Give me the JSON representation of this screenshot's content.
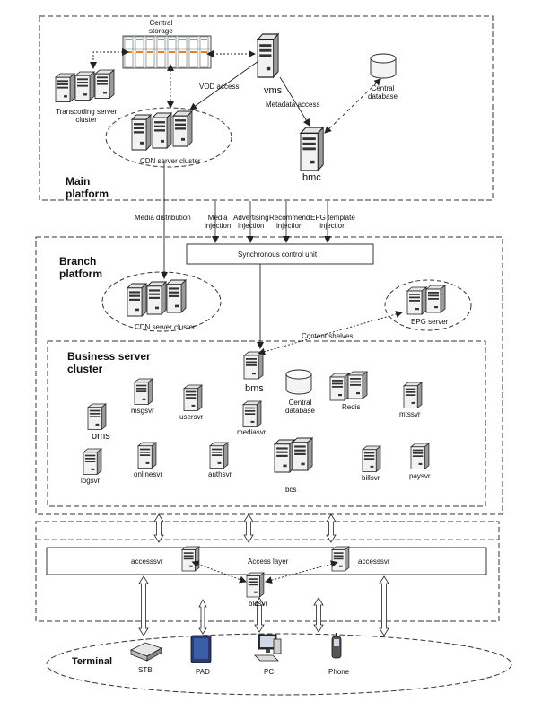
{
  "platforms": {
    "main_title_line1": "Main",
    "main_title_line2": "platform",
    "branch_title_line1": "Branch",
    "branch_title_line2": "platform",
    "business_title_line1": "Business server",
    "business_title_line2": "cluster"
  },
  "main": {
    "central_storage_line1": "Central",
    "central_storage_line2": "storage",
    "transcoding_line1": "Transcoding server",
    "transcoding_line2": "cluster",
    "vod_access": "VOD access",
    "vms": "vms",
    "metadata_access": "Metadata access",
    "central_db_line1": "Central",
    "central_db_line2": "database",
    "cdn_cluster": "CDN server cluster",
    "bmc": "bmc"
  },
  "links": {
    "media_distribution": "Media distribution",
    "media_injection_line1": "Media",
    "media_injection_line2": "injection",
    "advertising_injection_line1": "Advertising",
    "advertising_injection_line2": "injection",
    "recommend_injection_line1": "Recommend",
    "recommend_injection_line2": "injection",
    "epg_injection_line1": "EPG template",
    "epg_injection_line2": "injection"
  },
  "branch": {
    "sync_control_unit": "Synchronous control unit",
    "cdn_cluster": "CDN server cluster",
    "epg_server": "EPG server",
    "content_shelves": "Content shelves"
  },
  "business": {
    "bms": "bms",
    "central_db_line1": "Central",
    "central_db_line2": "database",
    "redis": "Redis",
    "msgsvr": "msgsvr",
    "usersvr": "usersvr",
    "mediasvr": "mediasvr",
    "mtssvr": "mtssvr",
    "oms": "oms",
    "logsvr": "logsvr",
    "onlinesvr": "onlinesvr",
    "authsvr": "authsvr",
    "bcs": "bcs",
    "billsvr": "billsvr",
    "paysvr": "paysvr"
  },
  "access": {
    "accesssvr_left": "accesssvr",
    "access_layer": "Access layer",
    "accesssvr_right": "accesssvr",
    "bldsvr": "bldsvr"
  },
  "terminal": {
    "title": "Terminal",
    "stb": "STB",
    "pad": "PAD",
    "pc": "PC",
    "phone": "Phone"
  }
}
